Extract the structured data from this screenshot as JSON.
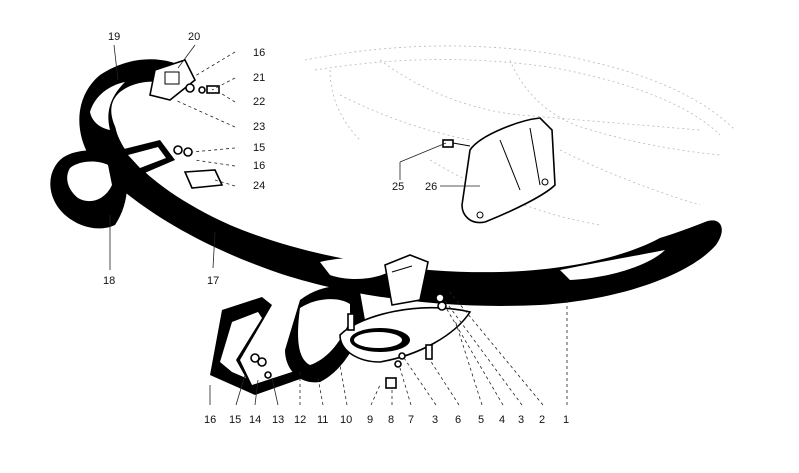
{
  "callouts": [
    {
      "id": "19",
      "text": "19"
    },
    {
      "id": "20",
      "text": "20"
    },
    {
      "id": "16a",
      "text": "16"
    },
    {
      "id": "21",
      "text": "21"
    },
    {
      "id": "22",
      "text": "22"
    },
    {
      "id": "23",
      "text": "23"
    },
    {
      "id": "15a",
      "text": "15"
    },
    {
      "id": "16b",
      "text": "16"
    },
    {
      "id": "24",
      "text": "24"
    },
    {
      "id": "25",
      "text": "25"
    },
    {
      "id": "26",
      "text": "26"
    },
    {
      "id": "18",
      "text": "18"
    },
    {
      "id": "17",
      "text": "17"
    },
    {
      "id": "16c",
      "text": "16"
    },
    {
      "id": "15b",
      "text": "15"
    },
    {
      "id": "14",
      "text": "14"
    },
    {
      "id": "13",
      "text": "13"
    },
    {
      "id": "12",
      "text": "12"
    },
    {
      "id": "11",
      "text": "11"
    },
    {
      "id": "10",
      "text": "10"
    },
    {
      "id": "9",
      "text": "9"
    },
    {
      "id": "8",
      "text": "8"
    },
    {
      "id": "7",
      "text": "7"
    },
    {
      "id": "3a",
      "text": "3"
    },
    {
      "id": "6",
      "text": "6"
    },
    {
      "id": "5",
      "text": "5"
    },
    {
      "id": "4",
      "text": "4"
    },
    {
      "id": "3b",
      "text": "3"
    },
    {
      "id": "2",
      "text": "2"
    },
    {
      "id": "1",
      "text": "1"
    }
  ]
}
